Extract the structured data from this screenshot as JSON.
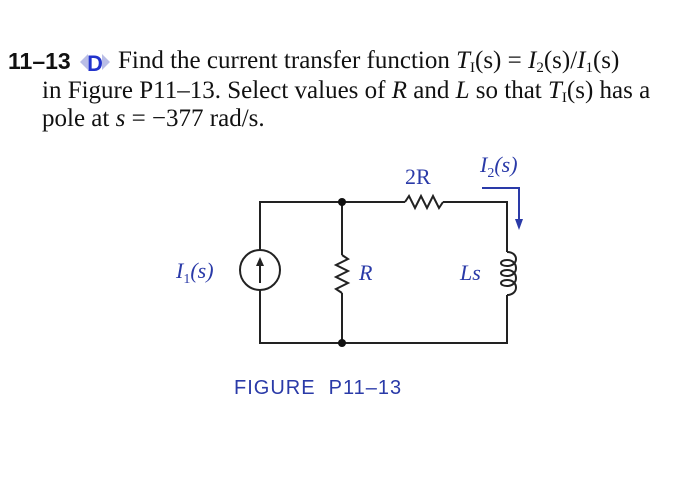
{
  "problem": {
    "number": "11–13",
    "badge": "D",
    "line1": {
      "text": "Find the current transfer function ",
      "T": "T",
      "T_sub": "I",
      "s1": "(s) = ",
      "I2": "I",
      "I2_sub": "2",
      "s2": "(s)/",
      "I1": "I",
      "I1_sub": "1",
      "s3": "(s)"
    },
    "line2": {
      "a": "in Figure P11–13. Select values of ",
      "R": "R",
      "b": " and ",
      "L": "L",
      "c": " so that ",
      "T": "T",
      "T_sub": "I",
      "d": "(s) has a"
    },
    "line3": {
      "a": "pole at ",
      "s": "s",
      "b": " = −377 rad/s."
    }
  },
  "figure": {
    "label_2R": "2R",
    "label_I2": "I",
    "label_I2_sub": "2",
    "label_I2_rest": "(s)",
    "label_I1": "I",
    "label_I1_sub": "1",
    "label_I1_rest": "(s)",
    "label_R": "R",
    "label_Ls": "Ls",
    "caption": "FIGURE  P11–13",
    "accent_color": "#2a3aa8"
  }
}
